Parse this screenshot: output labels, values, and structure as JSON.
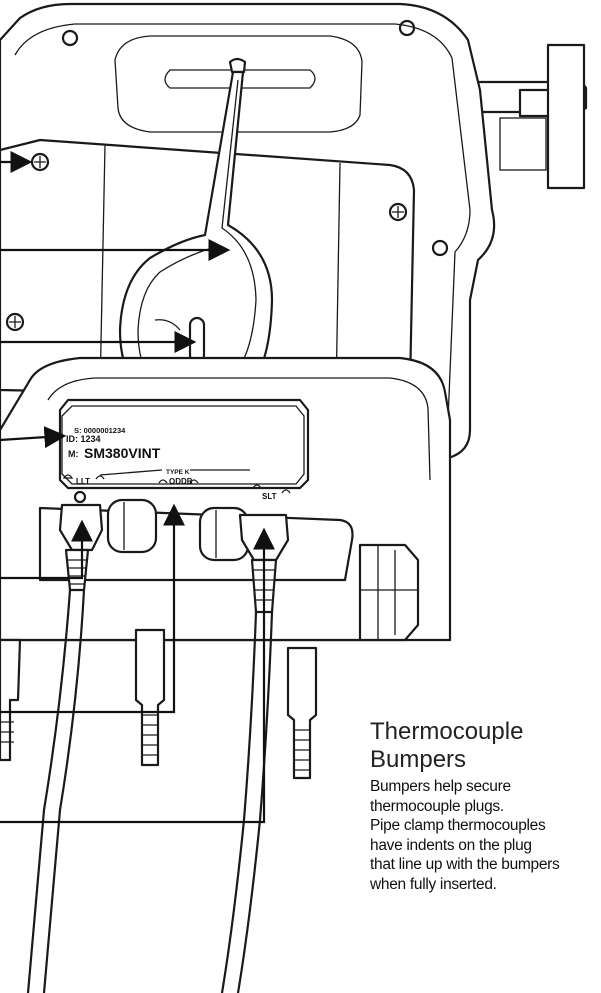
{
  "label_plate": {
    "serial": "S: 0000001234",
    "id": "ID: 1234",
    "model_prefix": "M:",
    "model": "SM380VINT",
    "type": "TYPE K",
    "left_port": "LLT",
    "right_port": "SLT",
    "center_code": "ODDB"
  },
  "caption": {
    "title": "Thermocouple Bumpers",
    "body_lines": [
      "Bumpers help secure",
      "thermocouple plugs.",
      "Pipe clamp thermocouples",
      "have indents on the plug",
      "that line up with the bumpers",
      "when fully inserted."
    ]
  }
}
